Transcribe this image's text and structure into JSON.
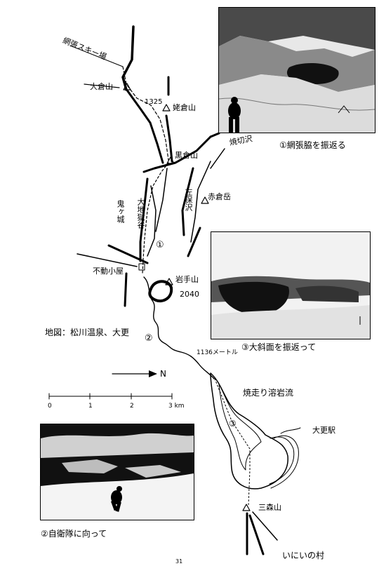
{
  "labels": {
    "ski_area": "網張スキー場",
    "okura_yama": "大倉山",
    "elev_1325": "1325",
    "kakura_yama": "姥倉山",
    "kurokura_yama": "黒倉山",
    "oniga_jo": "鬼ヶ城",
    "ojigoku_dani": "大地獄谷",
    "akakura_dake": "赤倉岳",
    "sasa_kuraizawa": "左保沢",
    "sasa_mawarisawa": "焼切沢",
    "fudo_goya": "不動小屋",
    "iwate_san": "岩手山",
    "elev_2040": "2040",
    "elev_1136": "1136メートル",
    "yakebashiri": "焼走り溶岩流",
    "ojinkuen": "大更駅",
    "sanso_yama": "三森山",
    "village": "いにいの村",
    "source": "地図：松川温泉、大更",
    "north": "N"
  },
  "markers": {
    "m1": "①",
    "m2": "②",
    "m3": "③"
  },
  "scale": {
    "t0": "0",
    "t1": "1",
    "t2": "2",
    "t3": "3 km"
  },
  "captions": {
    "photo1": "①網張脇を振返る",
    "photo2": "②自衛隊に向って",
    "photo3": "③大斜面を振返って"
  },
  "footer": "31"
}
